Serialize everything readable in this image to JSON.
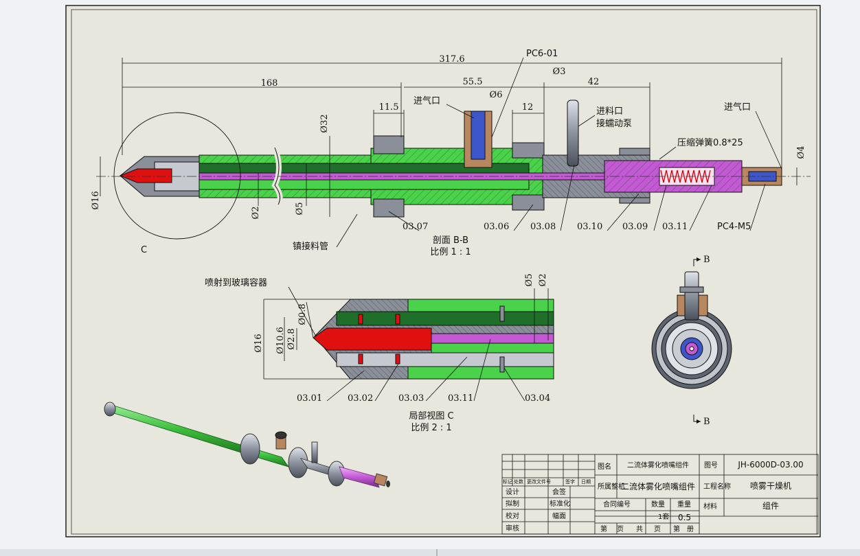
{
  "drawing": {
    "dims": {
      "overall": "317.6",
      "d168": "168",
      "d55_5": "55.5",
      "d42": "42",
      "phi3": "Ø3",
      "phi6": "Ø6",
      "d11_5": "11.5",
      "d12": "12",
      "phi32": "Ø32",
      "phi16": "Ø16",
      "phi2": "Ø2",
      "phi5": "Ø5",
      "phi4": "Ø4"
    },
    "callouts": {
      "pc6": "PC6-01",
      "inlet_air_1": "进气口",
      "inlet_feed": "进料口",
      "pump": "接蠕动泵",
      "inlet_air_2": "进气口",
      "spring": "压缩弹簧0.8*25",
      "pc4": "PC4-M5",
      "tube": "镇接料管",
      "c_marker": "C"
    },
    "part_numbers": [
      "03.07",
      "03.06",
      "03.08",
      "03.10",
      "03.09",
      "03.11"
    ],
    "section_title": "剖面 B-B",
    "section_scale": "比例 1 : 1",
    "detail": {
      "spray": "喷射到玻璃容器",
      "phi0_8": "Ø0.8",
      "phi10_6": "Ø10.6",
      "phi2_8": "Ø2.8",
      "phi16": "Ø16",
      "phi5": "Ø5",
      "phi2": "Ø2",
      "part_numbers": [
        "03.01",
        "03.02",
        "03.03",
        "03.11",
        "03.04"
      ],
      "title": "局部视图 C",
      "scale": "比例 2 : 1"
    },
    "end_view": {
      "b_top": "B",
      "b_bottom": "B"
    }
  },
  "title_block": {
    "name_label": "图名",
    "name_value": "二流体雾化喷嘴组件",
    "dwg_no_label": "图号",
    "dwg_no_value": "JH-6000D-03.00",
    "machine_label": "所属整机",
    "machine_value": "二流体雾化喷嘴组件",
    "project_label": "工程名称",
    "project_value": "喷雾干燥机",
    "contract_label": "合同编号",
    "qty_label": "数量",
    "weight_label": "重量",
    "qty_value": "1套",
    "weight_value": "0.5",
    "material_label": "材料",
    "material_value": "组件",
    "rev_headers": [
      "标记",
      "处数",
      "更改文件号",
      "签字",
      "日期"
    ],
    "roles": [
      "设计",
      "拟制",
      "校对",
      "审核"
    ],
    "sign_labels": [
      "会签",
      "标准化",
      "幅面"
    ],
    "sheet_labels": [
      "第",
      "页",
      "共",
      "页",
      "第",
      "册"
    ]
  },
  "colors": {
    "paper": "#e8e7dd",
    "green": "#4bd24b",
    "magenta": "#c35ad4",
    "red": "#e01010",
    "gray": "#8a8f99",
    "brown": "#b88760",
    "blue": "#3d56c9"
  }
}
